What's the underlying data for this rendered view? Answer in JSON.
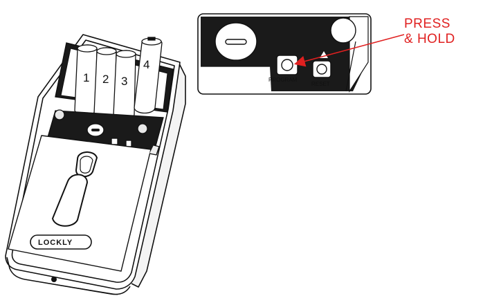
{
  "battery_labels": [
    "1",
    "2",
    "3",
    "4"
  ],
  "inset": {
    "program_label": "PROGRAM",
    "reset_label": "RESET"
  },
  "callout": {
    "line1": "PRESS",
    "line2": "& HOLD",
    "color": "#e02020"
  },
  "brand": "LOCKLY"
}
